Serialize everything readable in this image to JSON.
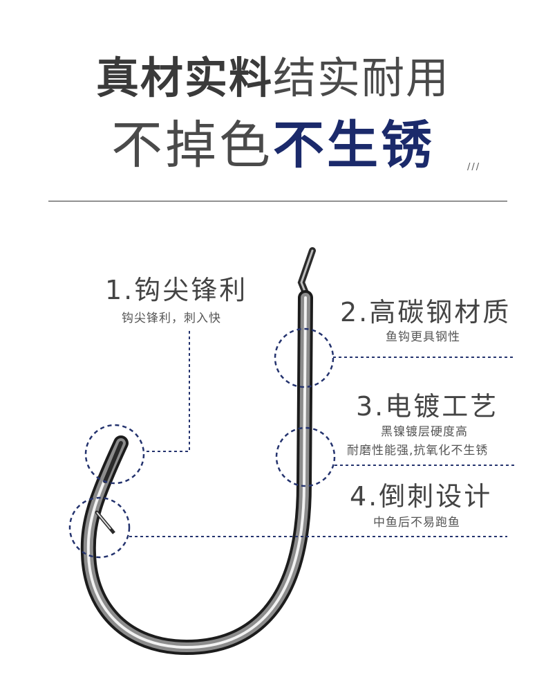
{
  "headline": {
    "line1_bold": "真材实料",
    "line1_light": "结实耐用",
    "line2_light": "不掉色",
    "line2_accent": "不生锈"
  },
  "decor_ticks": "///",
  "features": [
    {
      "title": "1.钩尖锋利",
      "desc": [
        "钩尖锋利，刺入快"
      ]
    },
    {
      "title": "2.高碳钢材质",
      "desc": [
        "鱼钩更具钢性"
      ]
    },
    {
      "title": "3.电镀工艺",
      "desc": [
        "黑镍镀层硬度高",
        "耐磨性能强,抗氧化不生锈"
      ]
    },
    {
      "title": "4.倒刺设计",
      "desc": [
        "中鱼后不易跑鱼"
      ]
    }
  ],
  "colors": {
    "accent": "#1b2a6b",
    "callout_line": "#24336e",
    "text": "#3a3a3a"
  },
  "icons": {
    "product": "fishing-hook-icon"
  }
}
